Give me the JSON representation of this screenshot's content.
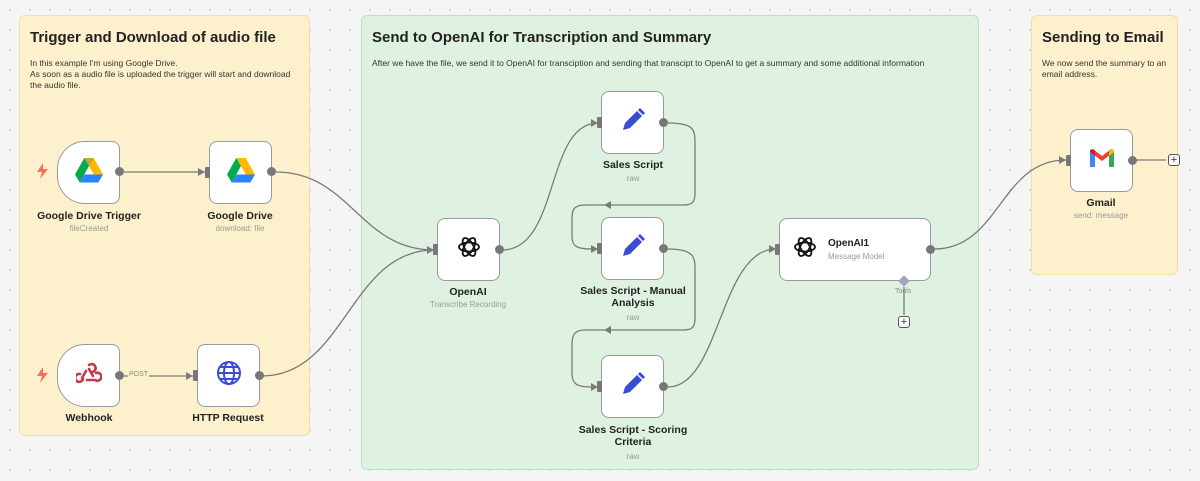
{
  "stickies": {
    "trigger": {
      "title": "Trigger and Download of audio file",
      "body": "In this example I'm using Google Drive.\nAs soon as a audio file is uploaded the trigger will start and download the audio file."
    },
    "openai": {
      "title": "Send to OpenAI for Transcription and Summary",
      "body": "After we have the file, we send it to OpenAI for transciption and sending that transcipt to OpenAI to get a summary and some additional information"
    },
    "email": {
      "title": "Sending to Email",
      "body": "We now send the summary to an email address."
    }
  },
  "nodes": {
    "gdrive_trigger": {
      "title": "Google Drive Trigger",
      "subtitle": "fileCreated"
    },
    "gdrive": {
      "title": "Google Drive",
      "subtitle": "download: file"
    },
    "webhook": {
      "title": "Webhook",
      "subtitle": ""
    },
    "http": {
      "title": "HTTP Request",
      "subtitle": ""
    },
    "openai": {
      "title": "OpenAI",
      "subtitle": "Transcribe Recording"
    },
    "sales_script": {
      "title": "Sales Script",
      "subtitle": "raw"
    },
    "sales_manual": {
      "title": "Sales Script - Manual Analysis",
      "subtitle": "raw"
    },
    "sales_scoring": {
      "title": "Sales Script - Scoring Criteria",
      "subtitle": "raw"
    },
    "openai1": {
      "title": "OpenAI1",
      "subtitle": "Message Model"
    },
    "gmail": {
      "title": "Gmail",
      "subtitle": "send: message"
    }
  },
  "connections": {
    "webhook_method": "POST",
    "tools_label": "Tools",
    "add_symbol": "+"
  },
  "icons": {
    "trigger_bolt": "lightning-bolt-icon",
    "drive": "google-drive-icon",
    "webhook": "webhook-icon",
    "http": "globe-icon",
    "openai": "openai-icon",
    "edit": "pencil-icon",
    "gmail": "gmail-icon"
  },
  "colors": {
    "yellow_sticky": "#fdf1cd",
    "green_sticky": "#dff2e1",
    "pencil": "#3a4bd6",
    "bolt": "#ff6d5a"
  }
}
